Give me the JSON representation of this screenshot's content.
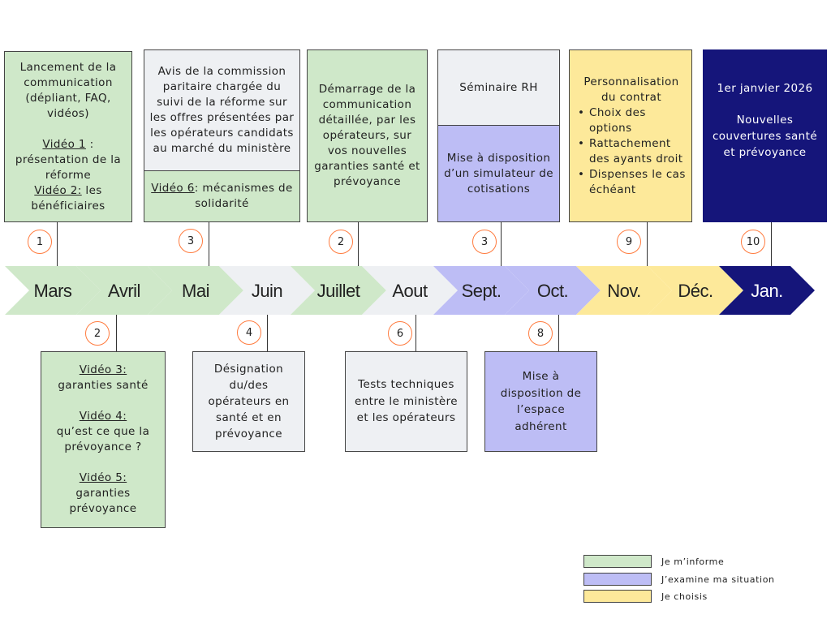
{
  "months": [
    {
      "label": "Mars",
      "fill": "#cfe8c9",
      "text": "#222222"
    },
    {
      "label": "Avril",
      "fill": "#cfe8c9",
      "text": "#222222"
    },
    {
      "label": "Mai",
      "fill": "#cfe8c9",
      "text": "#222222"
    },
    {
      "label": "Juin",
      "fill": "#eef0f3",
      "text": "#222222"
    },
    {
      "label": "Juillet",
      "fill": "#cfe8c9",
      "text": "#222222"
    },
    {
      "label": "Aout",
      "fill": "#eef0f3",
      "text": "#222222"
    },
    {
      "label": "Sept.",
      "fill": "#bdbdf5",
      "text": "#222222"
    },
    {
      "label": "Oct.",
      "fill": "#bdbdf5",
      "text": "#222222"
    },
    {
      "label": "Nov.",
      "fill": "#fde99a",
      "text": "#222222"
    },
    {
      "label": "Déc.",
      "fill": "#fde99a",
      "text": "#222222"
    },
    {
      "label": "Jan.",
      "fill": "#15157a",
      "text": "#ffffff"
    }
  ],
  "top": {
    "mars": {
      "number": "1",
      "line1": "Lancement de la communication (dépliant, FAQ, vidéos)",
      "video1_label": "Vidéo 1",
      "video1_rest": " : présentation de la réforme",
      "video2_label": "Vidéo 2:",
      "video2_rest": " les bénéficiaires"
    },
    "mai": {
      "number": "3",
      "upper": "Avis de la commission paritaire chargée du suivi de la réforme sur les offres présentées par les opérateurs candidats au marché du ministère",
      "video6_label": "Vidéo 6",
      "video6_rest": ": mécanismes de solidarité"
    },
    "juillet": {
      "number": "2",
      "text": "Démarrage de la communication détaillée, par les opérateurs, sur vos nouvelles garanties santé et prévoyance"
    },
    "sept": {
      "number": "3",
      "upper": "Séminaire RH",
      "lower": "Mise à disposition d’un simulateur de cotisations"
    },
    "nov": {
      "number": "9",
      "title": "Personnalisation du contrat",
      "items": [
        "Choix des options",
        "Rattachement des ayants droit",
        "Dispenses le cas échéant"
      ]
    },
    "jan": {
      "number": "10",
      "date": "1er janvier 2026",
      "text": "Nouvelles couvertures santé et prévoyance"
    }
  },
  "bottom": {
    "avril": {
      "number": "2",
      "video3_label": "Vidéo 3:",
      "video3_rest": "garanties santé",
      "video4_label": "Vidéo 4: ",
      "video4_rest": "qu’est ce que la prévoyance ?",
      "video5_label": "Vidéo 5: ",
      "video5_rest": "garanties prévoyance"
    },
    "juin": {
      "number": "4",
      "text": "Désignation du/des opérateurs en santé et en prévoyance"
    },
    "aout": {
      "number": "6",
      "text": "Tests techniques entre le ministère et les opérateurs"
    },
    "oct": {
      "number": "8",
      "text": "Mise à disposition de l’espace adhérent"
    }
  },
  "legend": [
    {
      "label": "Je m’informe",
      "color": "#cfe8c9"
    },
    {
      "label": "J’examine ma situation",
      "color": "#bdbdf5"
    },
    {
      "label": "Je choisis",
      "color": "#fde99a"
    }
  ]
}
